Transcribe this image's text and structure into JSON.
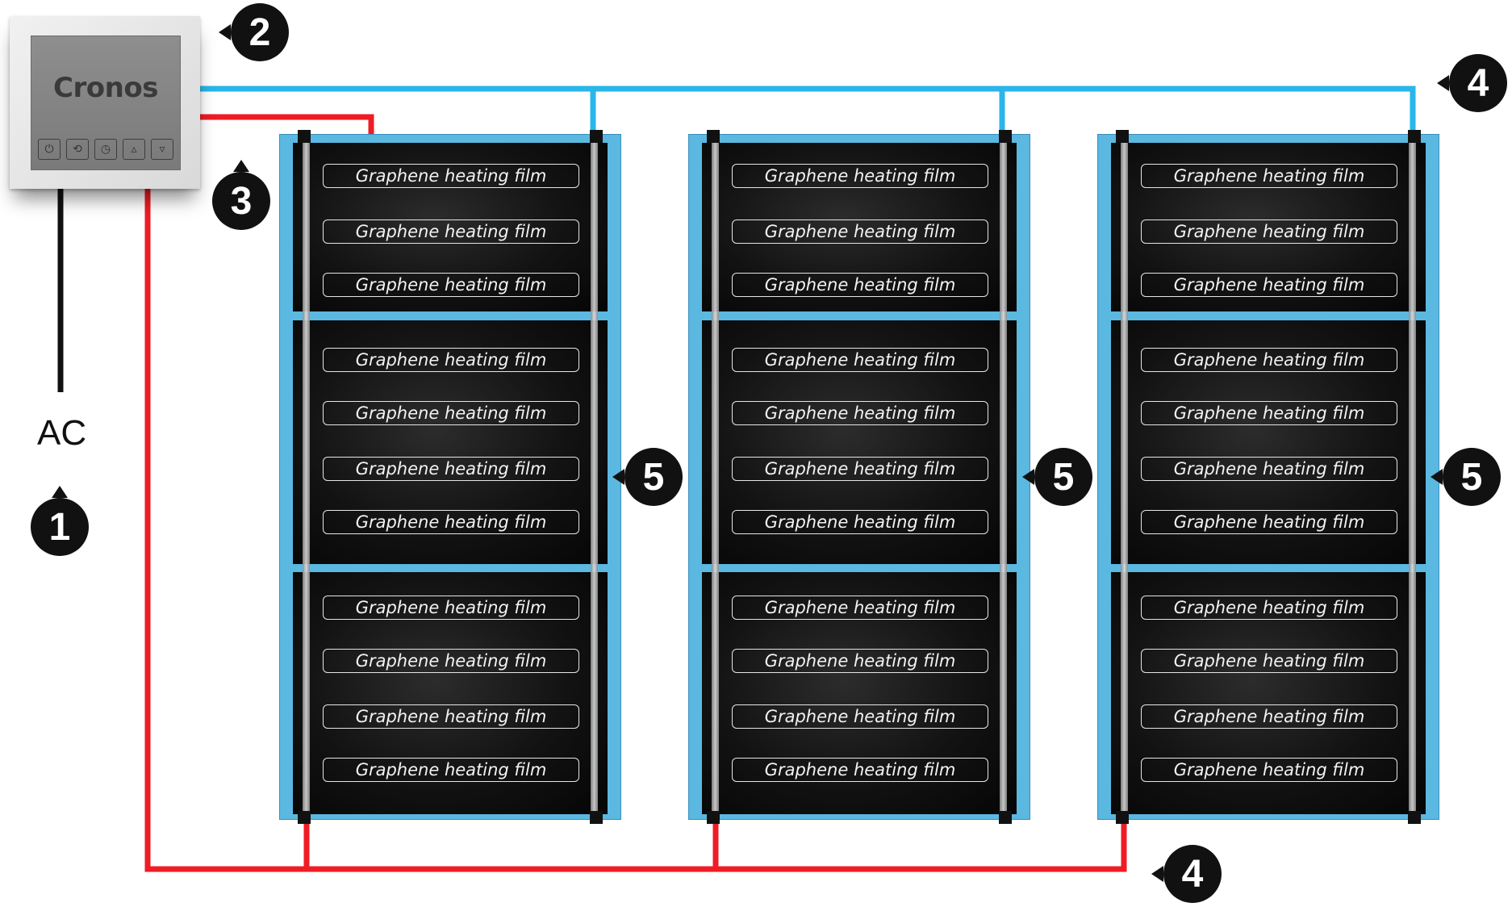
{
  "thermostat": {
    "brand": "Cronos",
    "buttons": [
      {
        "icon": "power-icon",
        "glyph": "⏻"
      },
      {
        "icon": "cycle-icon",
        "glyph": "⟲"
      },
      {
        "icon": "clock-icon",
        "glyph": "◷"
      },
      {
        "icon": "arrow-up-icon",
        "glyph": "▵"
      },
      {
        "icon": "arrow-down-icon",
        "glyph": "▿"
      }
    ]
  },
  "ac_label": "AC",
  "film_label": "Graphene heating film",
  "panels": [
    {
      "segments": [
        3,
        4,
        4
      ]
    },
    {
      "segments": [
        3,
        4,
        4
      ]
    },
    {
      "segments": [
        3,
        4,
        4
      ]
    }
  ],
  "callouts": [
    "1",
    "2",
    "3",
    "4",
    "4",
    "5",
    "5",
    "5"
  ],
  "colors": {
    "live_wire": "#ee1c25",
    "neutral_wire": "#29b6ea",
    "supply_cable": "#111111",
    "panel_frame": "#5bb8e1",
    "film": "#111111"
  }
}
